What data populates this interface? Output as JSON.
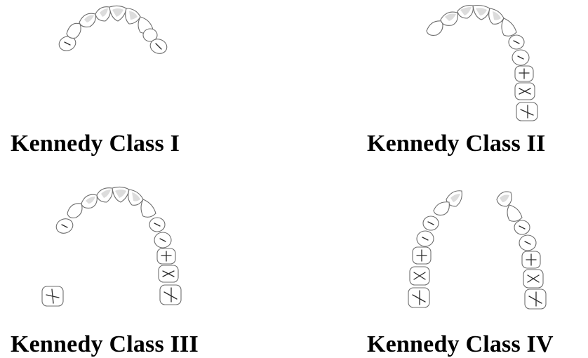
{
  "figure": {
    "panels": [
      {
        "id": "class-1",
        "label": "Kennedy Class I"
      },
      {
        "id": "class-2",
        "label": "Kennedy Class II"
      },
      {
        "id": "class-3",
        "label": "Kennedy Class III"
      },
      {
        "id": "class-4",
        "label": "Kennedy Class IV"
      }
    ]
  },
  "colors": {
    "background": "#ffffff",
    "caption_text": "#000000",
    "tooth_outline": "#6e6e6e",
    "fissure_lines": "#2b2b2b"
  }
}
